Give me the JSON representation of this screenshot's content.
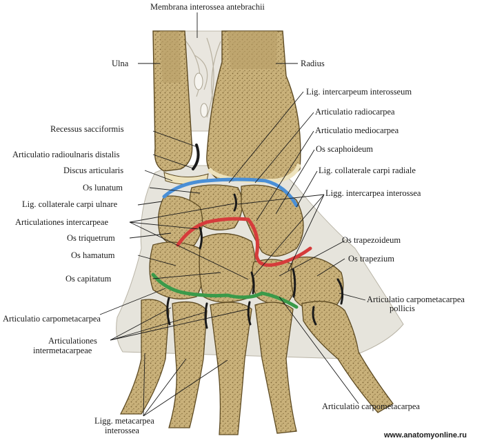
{
  "labels": {
    "membrana": "Membrana interossea antebrachii",
    "ulna": "Ulna",
    "radius": "Radius",
    "lig_intercarpeum": "Lig. intercarpeum interosseum",
    "art_radiocarpea": "Articulatio radiocarpea",
    "art_mediocarpea": "Articulatio mediocarpea",
    "os_scaphoideum": "Os scaphoideum",
    "lig_coll_radiale": "Lig. collaterale carpi radiale",
    "ligg_intercarpea": "Ligg. intercarpea interossea",
    "recessus": "Recessus sacciformis",
    "art_radioulnaris": "Articulatio radioulnaris distalis",
    "discus": "Discus articularis",
    "os_lunatum": "Os lunatum",
    "lig_coll_ulnare": "Lig. collaterale carpi ulnare",
    "art_intercarpeae": "Articulationes intercarpeae",
    "os_triquetrum": "Os triquetrum",
    "os_hamatum": "Os hamatum",
    "os_capitatum": "Os capitatum",
    "os_trapezoideum": "Os trapezoideum",
    "os_trapezium": "Os trapezium",
    "art_cm_pollicis_1": "Articulatio carpometacarpea",
    "art_cm_pollicis_2": "pollicis",
    "art_carpometacarpea_left": "Articulatio carpometacarpea",
    "art_intermetacarpeae_1": "Articulationes",
    "art_intermetacarpeae_2": "intermetacarpeae",
    "art_carpometacarpea_bottom": "Articulatio carpometacarpea",
    "ligg_metacarpea_1": "Ligg. metacarpea",
    "ligg_metacarpea_2": "interossea"
  },
  "watermark": "www.anatomyonline.ru",
  "colors": {
    "bone": "#c9b17a",
    "bone_dark": "#8d7440",
    "cartilage": "#ede2bc",
    "ligament": "#e6e4dc",
    "radiocarpal_joint": "#4a8fd6",
    "midcarpal_joint": "#d63b3b",
    "carpometacarpal_joint": "#3a9a4a",
    "joint_gap": "#1a1a1a"
  }
}
